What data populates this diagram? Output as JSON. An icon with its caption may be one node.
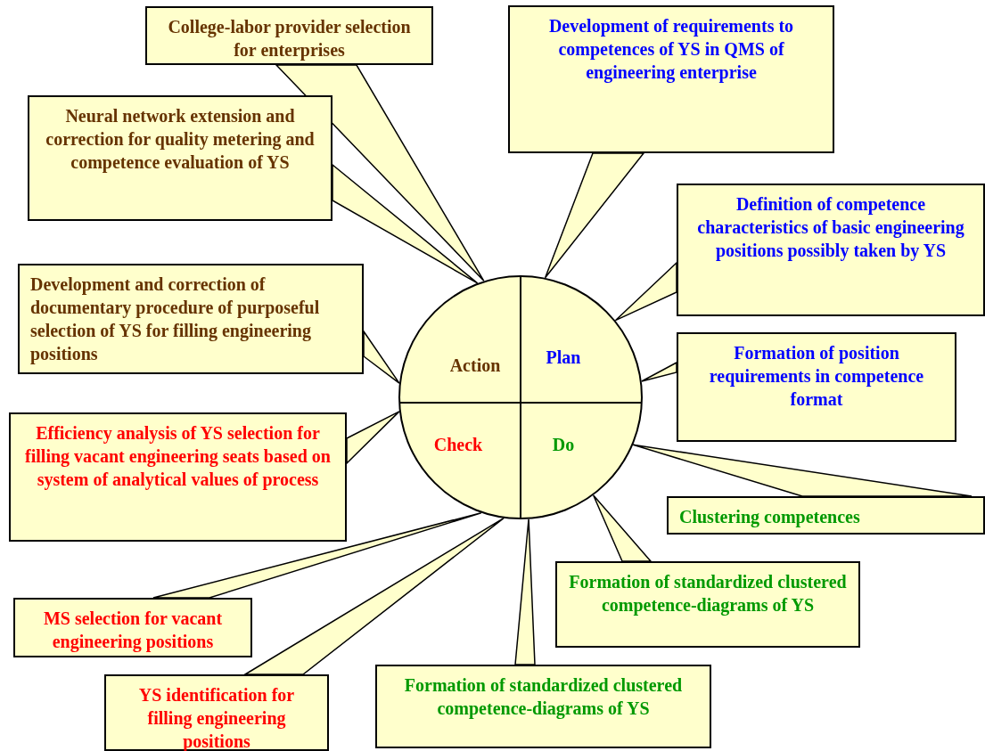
{
  "diagram": {
    "nodes": [
      {
        "text": [],
        "shape": "circle"
      },
      {
        "text": [
          "Action"
        ],
        "in": 0
      },
      {
        "text": [
          "Plan"
        ],
        "in": 0
      },
      {
        "text": [
          "Check"
        ],
        "in": 0
      },
      {
        "text": [
          "Do"
        ],
        "in": 0
      },
      {
        "text": [
          "College-labor provider selection for enterprises"
        ]
      },
      {
        "text": [
          "Development of requirements to competences of YS in QMS of engineering enterprise"
        ]
      },
      {
        "text": [
          "Neural network extension and correction for quality metering and competence evaluation of YS"
        ]
      },
      {
        "text": [
          "Definition of competence characteristics of basic engineering positions possibly taken by YS"
        ]
      },
      {
        "text": [
          "Development and correction of documentary procedure of purposeful selection of YS for filling engineering positions"
        ]
      },
      {
        "text": [
          "Formation of position requirements in competence format"
        ]
      },
      {
        "text": [
          "Efficiency analysis of YS selection for filling vacant engineering seats based on system of analytical values of process"
        ]
      },
      {
        "text": [
          "Clustering competences"
        ]
      },
      {
        "text": [
          "Formation of standardized clustered competence-diagrams of YS"
        ]
      },
      {
        "text": [
          "MS selection for vacant engineering positions"
        ]
      },
      {
        "text": [
          "YS identification for filling engineering positions"
        ]
      },
      {
        "text": [
          "Formation of standardized clustered competence-diagrams of YS"
        ]
      }
    ],
    "edges": [
      {
        "from": 5,
        "to": 0,
        "arrow": "none"
      },
      {
        "from": 6,
        "to": 0,
        "arrow": "none"
      },
      {
        "from": 7,
        "to": 0,
        "arrow": "none"
      },
      {
        "from": 8,
        "to": 0,
        "arrow": "none"
      },
      {
        "from": 9,
        "to": 0,
        "arrow": "none"
      },
      {
        "from": 10,
        "to": 0,
        "arrow": "none"
      },
      {
        "from": 11,
        "to": 0,
        "arrow": "none"
      },
      {
        "from": 12,
        "to": 0,
        "arrow": "none"
      },
      {
        "from": 13,
        "to": 0,
        "arrow": "none"
      },
      {
        "from": 14,
        "to": 0,
        "arrow": "none"
      },
      {
        "from": 15,
        "to": 0,
        "arrow": "none"
      },
      {
        "from": 16,
        "to": 0,
        "arrow": "none"
      }
    ]
  }
}
